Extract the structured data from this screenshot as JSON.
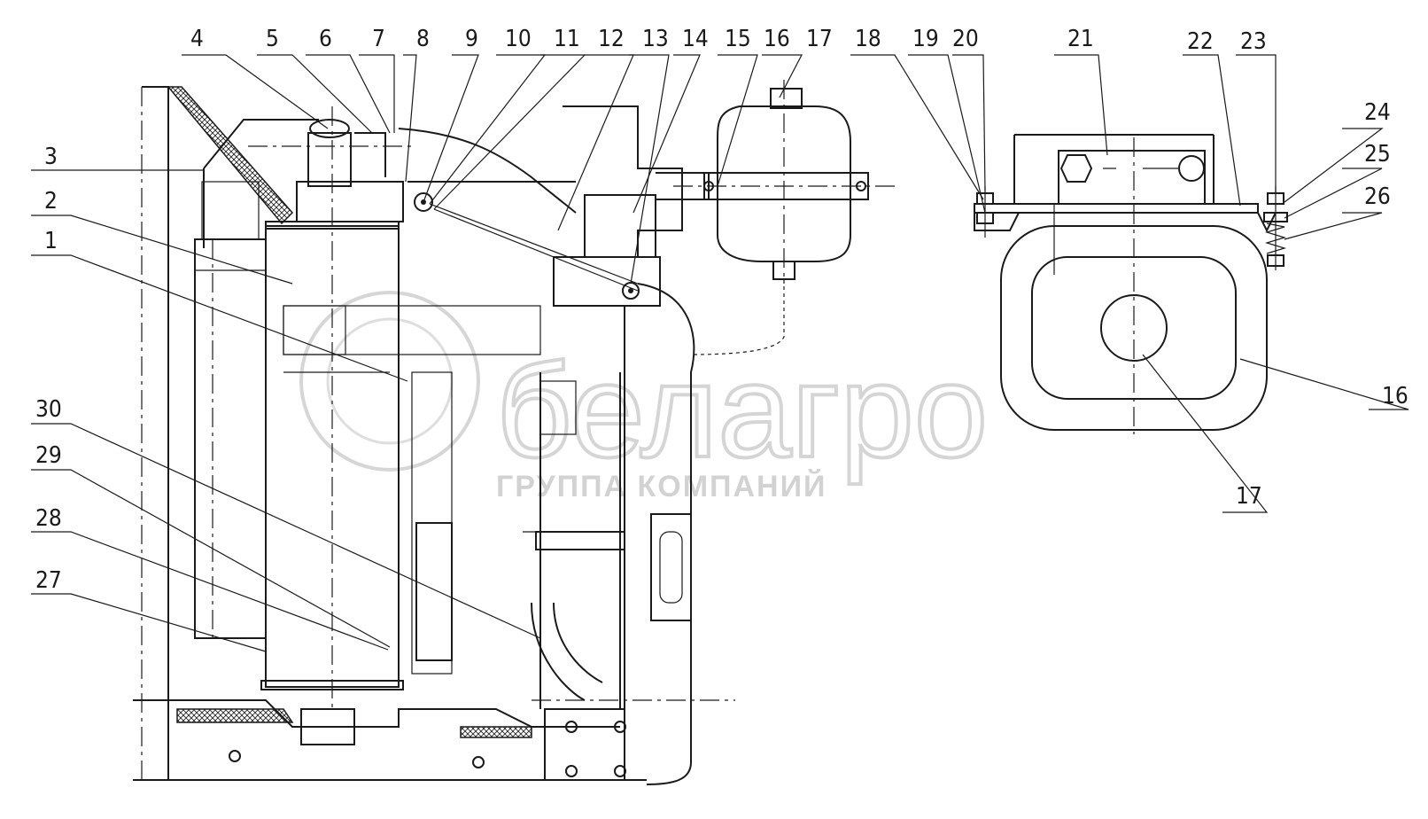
{
  "watermark": {
    "logo_text": "белагро",
    "subtitle": "ГРУППА КОМПАНИЙ"
  },
  "callouts": {
    "c1": "1",
    "c2": "2",
    "c3": "3",
    "c4": "4",
    "c5": "5",
    "c6": "6",
    "c7": "7",
    "c8": "8",
    "c9": "9",
    "c10": "10",
    "c11": "11",
    "c12": "12",
    "c13": "13",
    "c14": "14",
    "c15": "15",
    "c16": "16",
    "c17": "17",
    "c18": "18",
    "c19": "19",
    "c20": "20",
    "c21": "21",
    "c22": "22",
    "c23": "23",
    "c24": "24",
    "c25": "25",
    "c26": "26",
    "c27": "27",
    "c28": "28",
    "c29": "29",
    "c30": "30",
    "c16b": "16",
    "c17b": "17"
  },
  "colors": {
    "ink": "#1a1a1a",
    "watermark": "#c8c8c8",
    "background": "#ffffff"
  }
}
